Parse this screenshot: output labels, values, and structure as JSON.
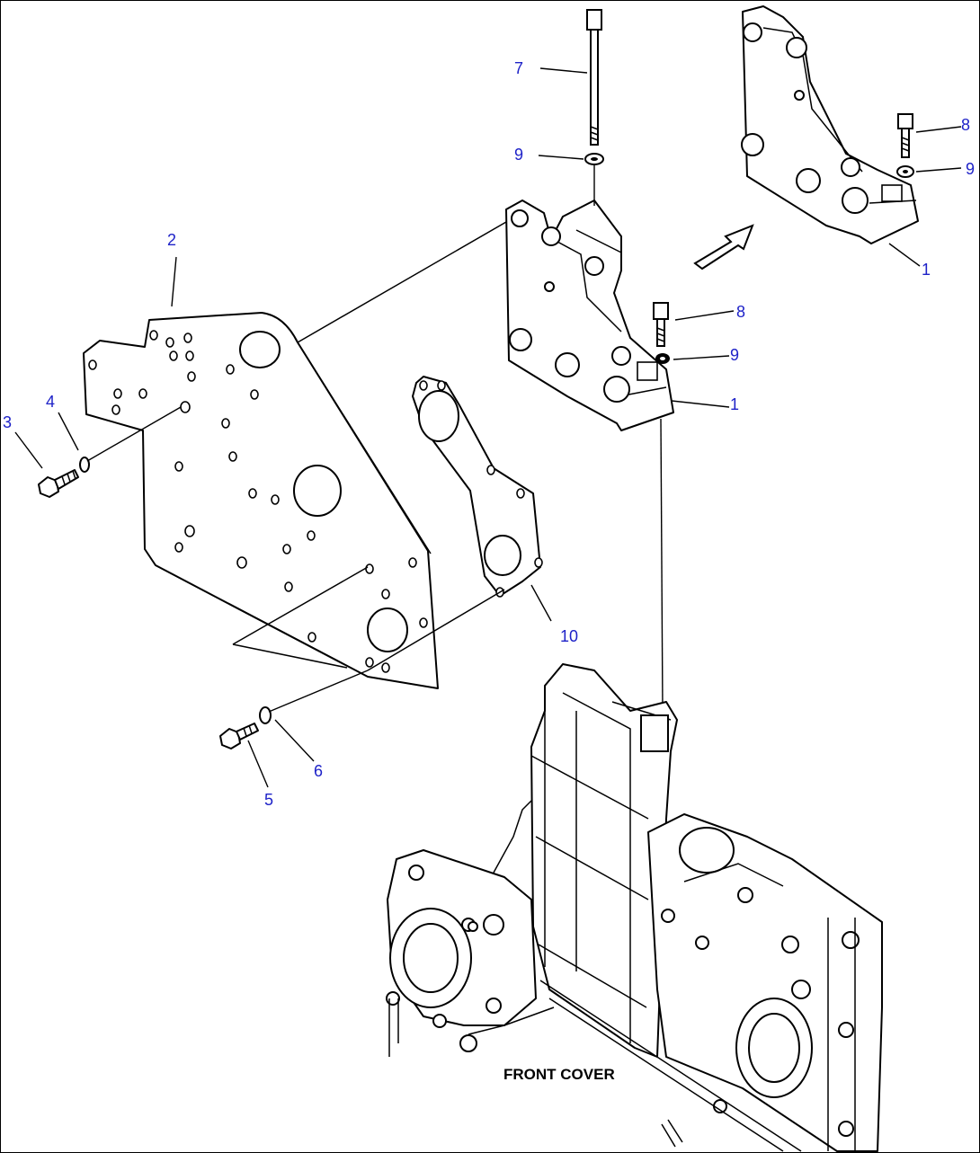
{
  "diagram": {
    "caption": "FRONT COVER",
    "callouts": [
      {
        "id": "c1a",
        "label": "1"
      },
      {
        "id": "c1b",
        "label": "1"
      },
      {
        "id": "c2",
        "label": "2"
      },
      {
        "id": "c3",
        "label": "3"
      },
      {
        "id": "c4",
        "label": "4"
      },
      {
        "id": "c5",
        "label": "5"
      },
      {
        "id": "c6",
        "label": "6"
      },
      {
        "id": "c7",
        "label": "7"
      },
      {
        "id": "c8a",
        "label": "8"
      },
      {
        "id": "c8b",
        "label": "8"
      },
      {
        "id": "c9a",
        "label": "9"
      },
      {
        "id": "c9b",
        "label": "9"
      },
      {
        "id": "c9c",
        "label": "9"
      },
      {
        "id": "c10",
        "label": "10"
      }
    ],
    "colors": {
      "callout_text": "#1e22c8",
      "line_art": "#000000",
      "background": "#ffffff"
    }
  }
}
